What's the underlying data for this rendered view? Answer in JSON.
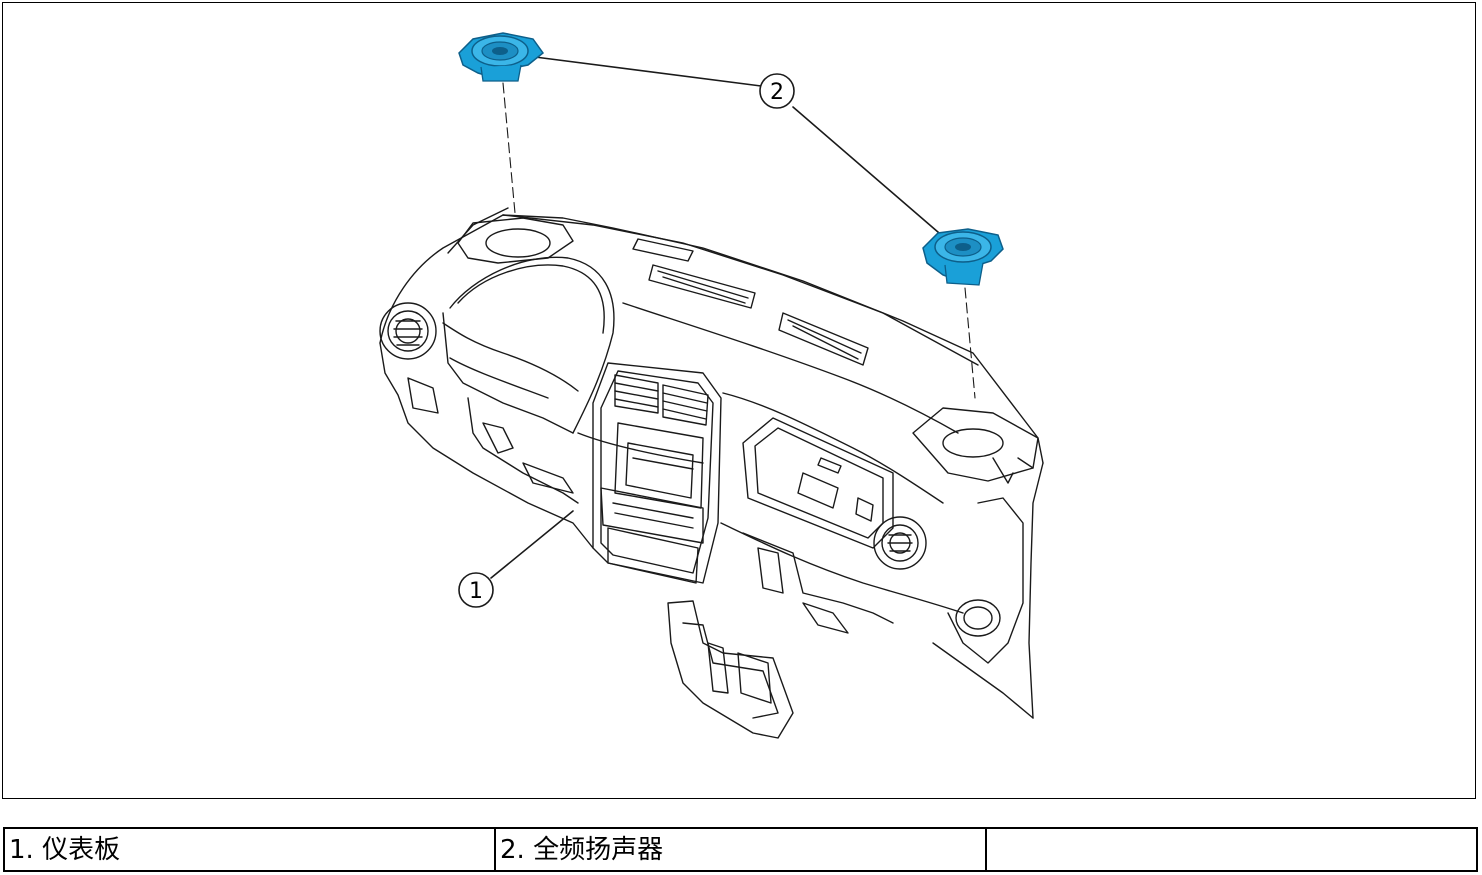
{
  "callouts": [
    {
      "id": "1",
      "label": "1"
    },
    {
      "id": "2",
      "label": "2"
    }
  ],
  "legend": [
    {
      "text": "1. 仪表板"
    },
    {
      "text": "2. 全频扬声器"
    },
    {
      "text": ""
    }
  ],
  "colors": {
    "line": "#1a1a1a",
    "speaker_fill": "#1aa0d8",
    "speaker_dark": "#0d5f8a"
  }
}
